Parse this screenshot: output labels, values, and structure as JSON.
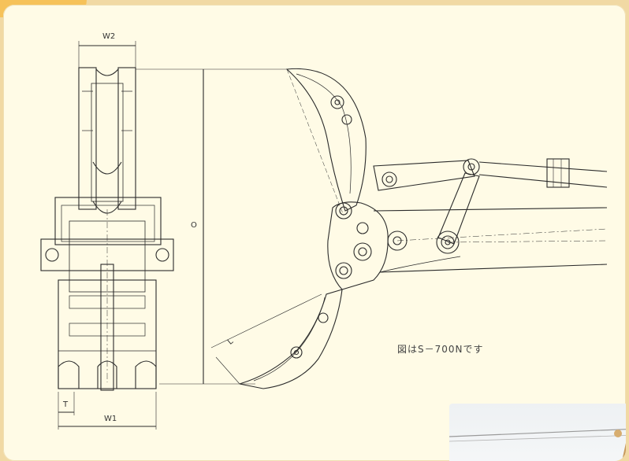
{
  "labels": {
    "w2": "W2",
    "w1": "W1",
    "t": "T",
    "o": "O",
    "l": "L"
  },
  "caption": "図はS－700Nです",
  "colors": {
    "background_panel": "#fffbe6",
    "frame": "#f1d9a4",
    "accent_tab": "#f6c25a",
    "line": "#2b2b2b"
  }
}
